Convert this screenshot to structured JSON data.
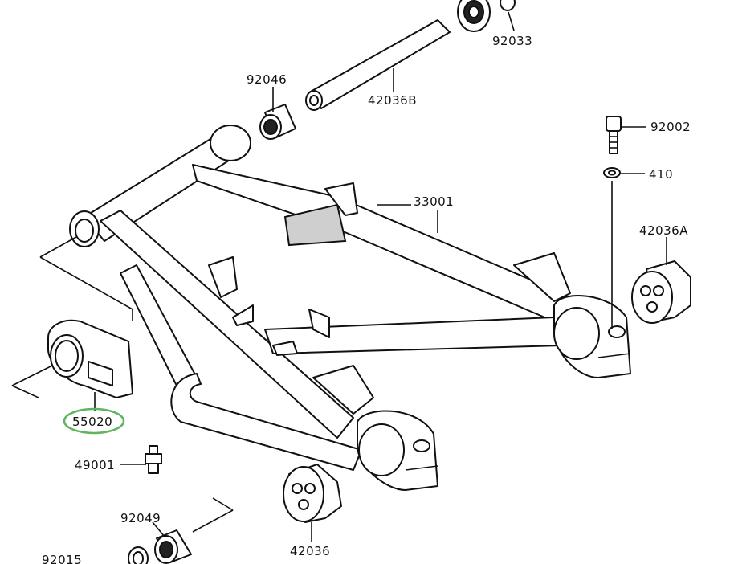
{
  "diagram": {
    "labels": {
      "p92033": "92033",
      "p92046": "92046",
      "p42036B": "42036B",
      "p92002": "92002",
      "p410": "410",
      "p33001": "33001",
      "p42036A": "42036A",
      "p55020": "55020",
      "p49001": "49001",
      "p92049": "92049",
      "p42036": "42036",
      "p92015": "92015"
    },
    "highlight_color": "#5fb55f",
    "line_color": "#111111"
  }
}
